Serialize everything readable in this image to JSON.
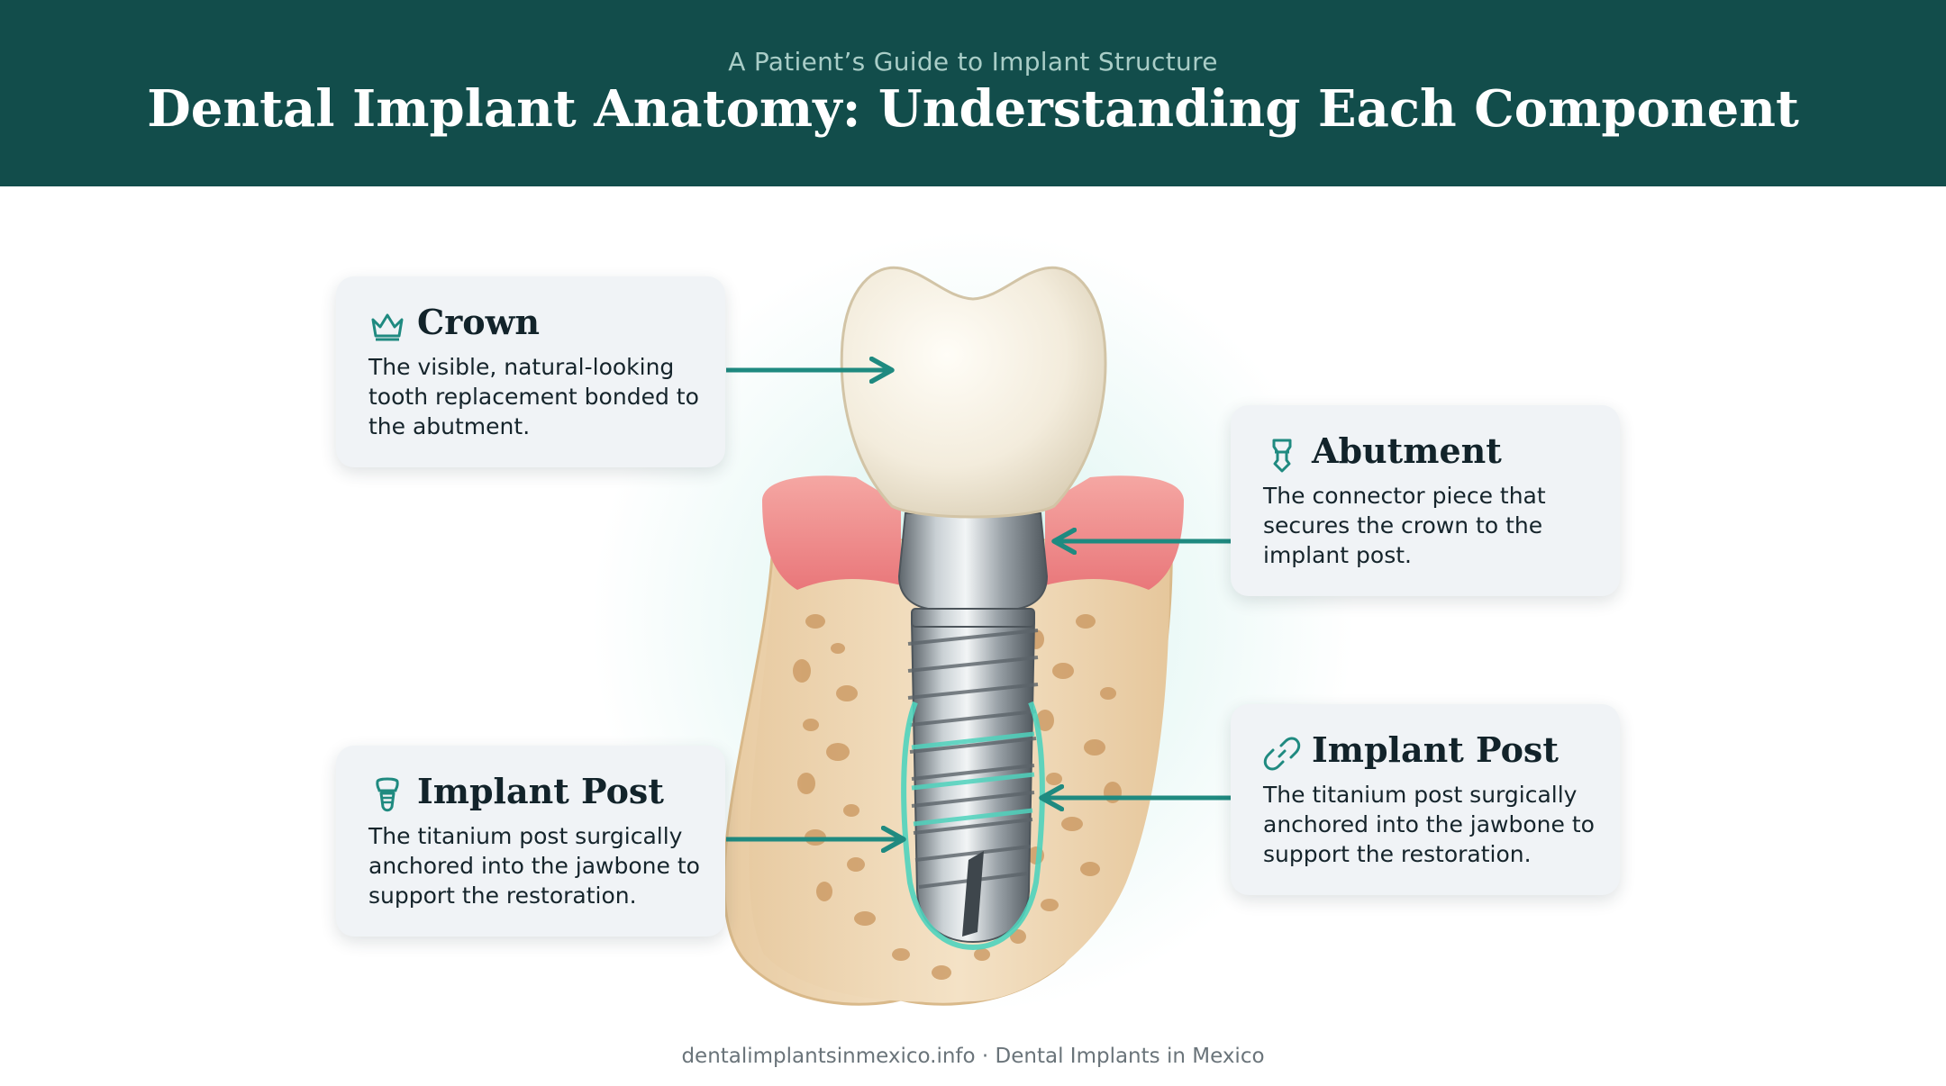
{
  "header": {
    "subtitle": "A Patient’s Guide to Implant Structure",
    "title": "Dental Implant Anatomy: Understanding Each Component"
  },
  "cards": {
    "crown": {
      "icon": "crown-icon",
      "title": "Crown",
      "text": "The visible, natural-looking tooth replacement bonded to the abutment."
    },
    "abutment": {
      "icon": "abutment-icon",
      "title": "Abutment",
      "text": "The connector piece that secures the crown to the implant post."
    },
    "implant_post_left": {
      "icon": "implant-tooth-icon",
      "title": "Implant Post",
      "text": "The titanium post surgically anchored into the jawbone to support the restoration."
    },
    "implant_post_right": {
      "icon": "link-icon",
      "title": "Implant Post",
      "text": "The titanium post surgically anchored into the jawbone to support the restoration."
    }
  },
  "footer": {
    "text": "dentalimplantsinmexico.info · Dental Implants in Mexico"
  },
  "colors": {
    "header_bg": "#124d4b",
    "accent_teal": "#1f8a80",
    "card_bg": "#f0f3f6",
    "gum_pink": "#ef8d8c",
    "bone_beige": "#efd6b4",
    "crown_ivory": "#f6f0e2",
    "titanium": "#a9b0b5"
  }
}
